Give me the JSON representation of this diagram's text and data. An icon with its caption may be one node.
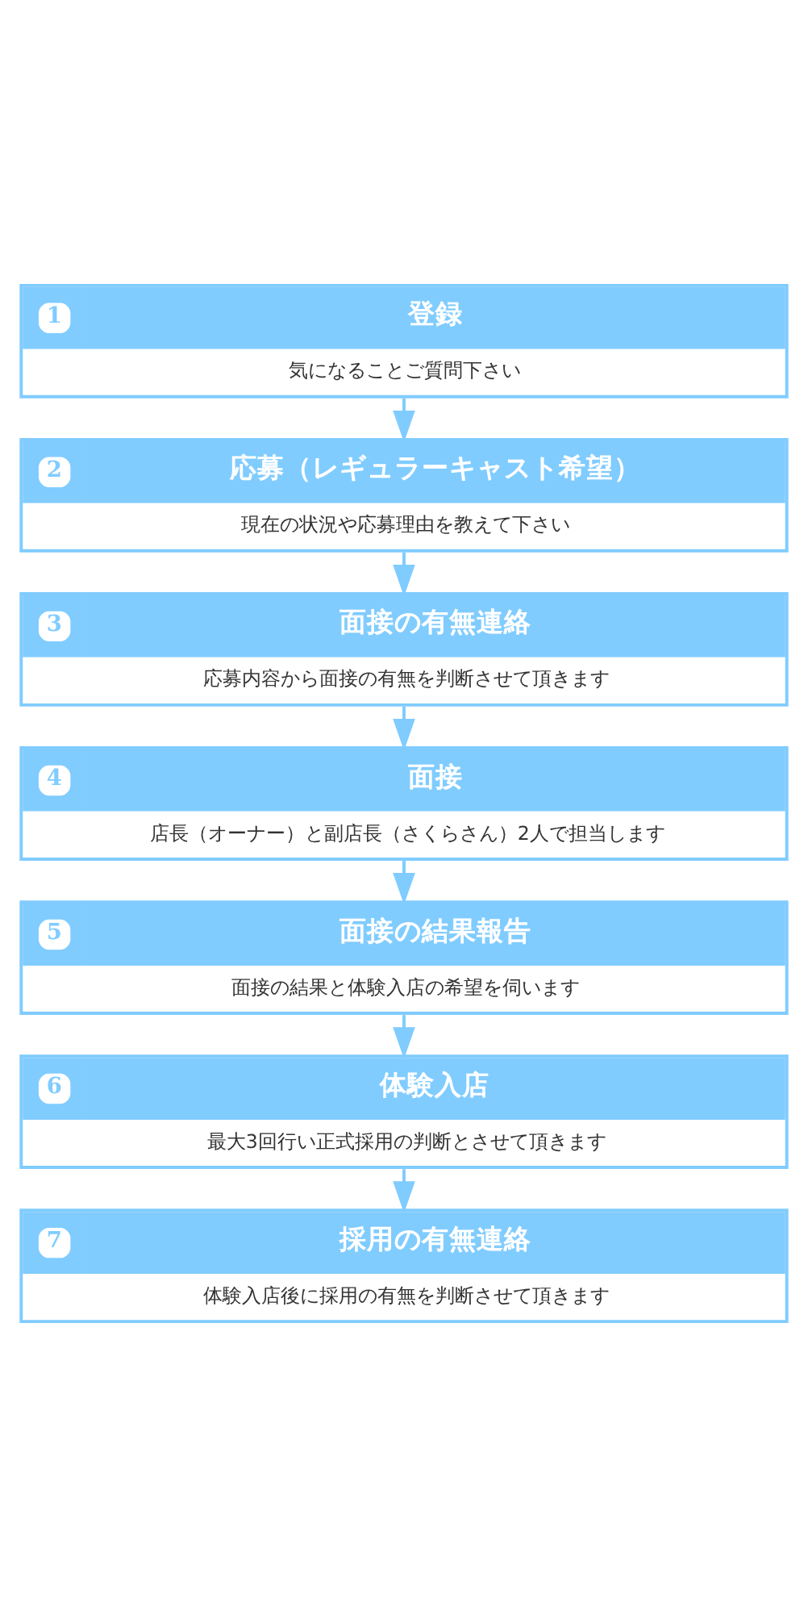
{
  "diagram": {
    "nodes": [
      {
        "text": [
          "1",
          "登録",
          "気になることご質問下さい"
        ]
      },
      {
        "text": [
          "2",
          "応募（レギュラーキャスト希望）",
          "現在の状況や応募理由を教えて下さい"
        ]
      },
      {
        "text": [
          "3",
          "面接の有無連絡",
          "応募内容から面接の有無を判断させて頂きます"
        ]
      },
      {
        "text": [
          "4",
          "面接",
          "店長（オーナー）と副店長（さくらさん）2人で担当します"
        ]
      },
      {
        "text": [
          "5",
          "面接の結果報告",
          "面接の結果と体験入店の希望を伺います"
        ]
      },
      {
        "text": [
          "6",
          "体験入店",
          "最大3回行い正式採用の判断とさせて頂きます"
        ]
      },
      {
        "text": [
          "7",
          "採用の有無連絡",
          "体験入店後に採用の有無を判断させて頂きます"
        ]
      }
    ],
    "edges": [
      {
        "from": 0,
        "to": 1,
        "arrow": "to"
      },
      {
        "from": 1,
        "to": 2,
        "arrow": "to"
      },
      {
        "from": 2,
        "to": 3,
        "arrow": "to"
      },
      {
        "from": 3,
        "to": 4,
        "arrow": "to"
      },
      {
        "from": 4,
        "to": 5,
        "arrow": "to"
      },
      {
        "from": 5,
        "to": 6,
        "arrow": "to"
      }
    ]
  }
}
